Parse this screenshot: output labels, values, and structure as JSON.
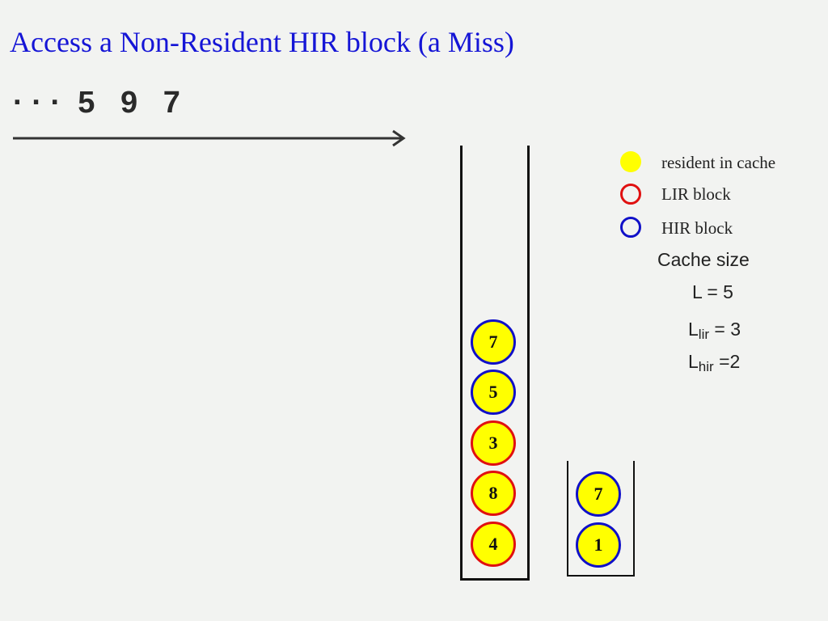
{
  "title": "Access a Non-Resident HIR block (a Miss)",
  "access_sequence": "· · ·  5   9   7",
  "legend": {
    "resident": "resident in cache",
    "lir": "LIR block",
    "hir": "HIR block"
  },
  "params": {
    "cache_size_label": "Cache size",
    "l": "L = 5",
    "l_letter": "L",
    "llir_sub": "lir",
    "llir_value": " = 3",
    "lhir_sub": "hir",
    "lhir_value": " =2"
  },
  "stack_s": [
    {
      "label": "7",
      "type": "hir",
      "resident": true
    },
    {
      "label": "5",
      "type": "hir",
      "resident": true
    },
    {
      "label": "3",
      "type": "lir",
      "resident": true
    },
    {
      "label": "8",
      "type": "lir",
      "resident": true
    },
    {
      "label": "4",
      "type": "lir",
      "resident": true
    }
  ],
  "stack_q": [
    {
      "label": "7",
      "type": "hir",
      "resident": true
    },
    {
      "label": "1",
      "type": "hir",
      "resident": true
    }
  ]
}
